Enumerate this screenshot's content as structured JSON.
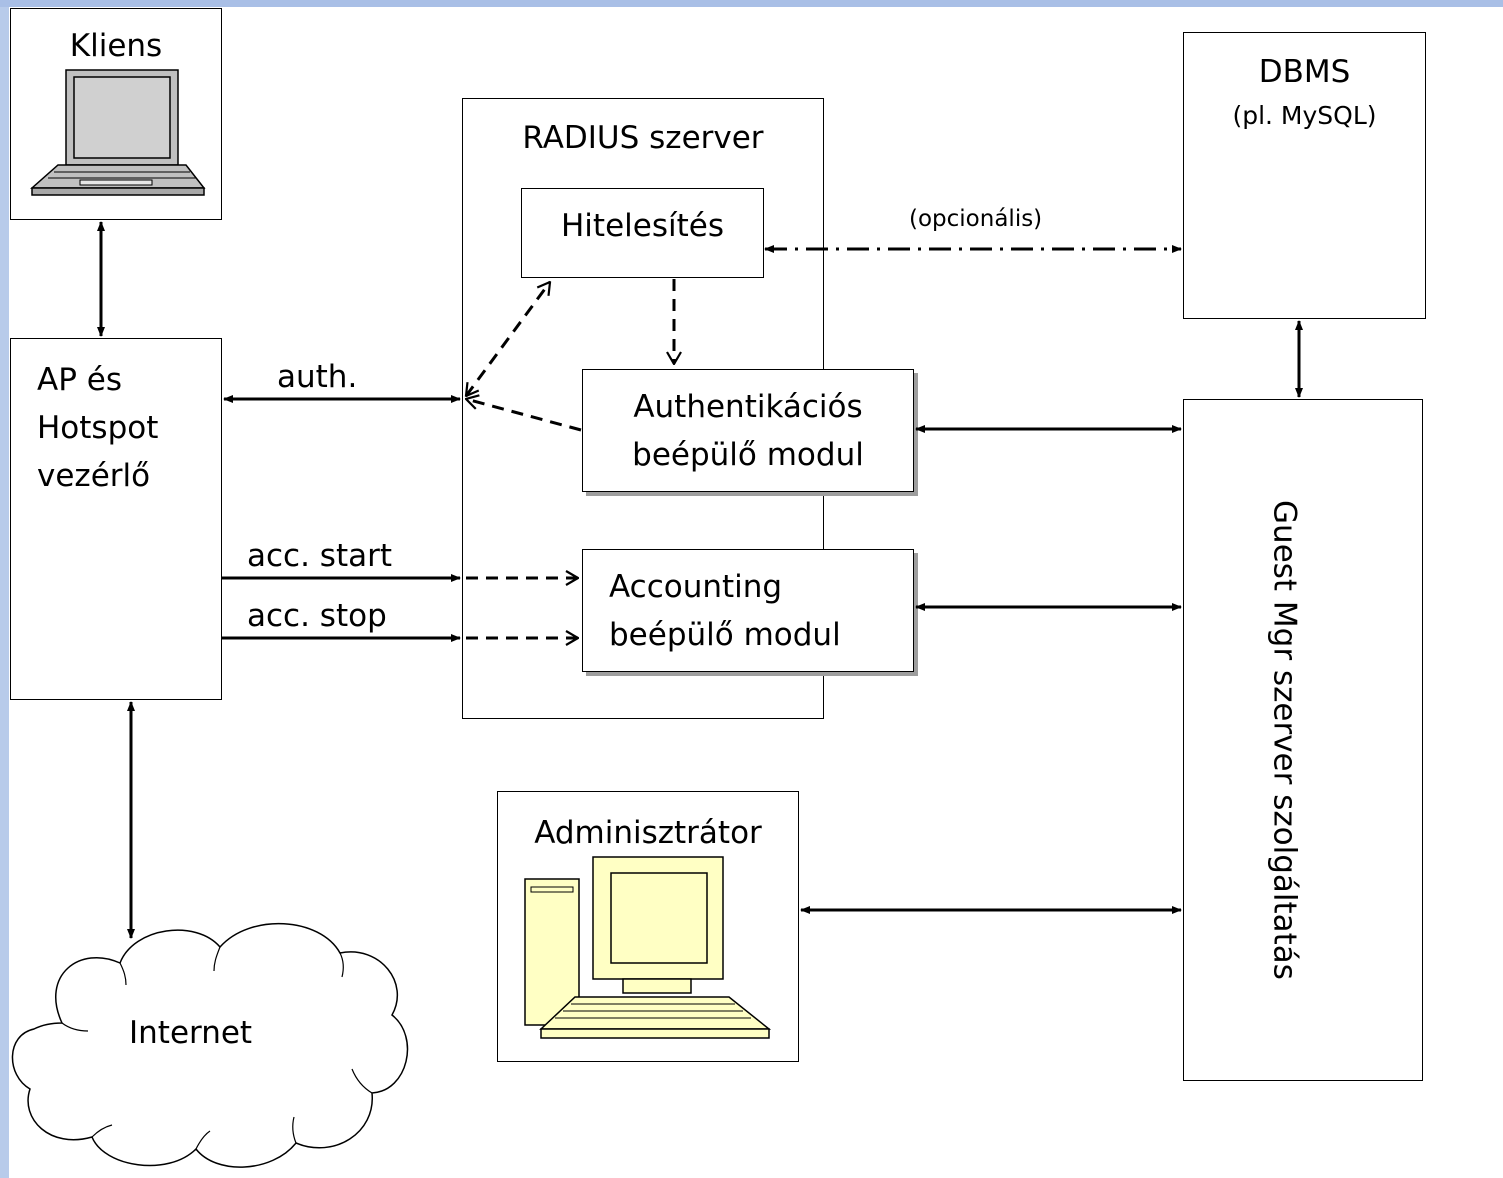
{
  "colors": {
    "left_edge": "#b8cbea",
    "top_edge": "#a9bfe6",
    "box_border": "#000000",
    "shadow": "#9e9e9e",
    "laptop_gray": "#c0c0c0",
    "desktop_cream": "#ffffc4"
  },
  "icons": {
    "client": "laptop-icon",
    "admin": "desktop-computer-icon",
    "internet": "cloud-icon"
  },
  "nodes": {
    "client": "Kliens",
    "ap": [
      "AP és",
      "Hotspot",
      "vezérlő"
    ],
    "radius": "RADIUS szerver",
    "auth_core": "Hitelesítés",
    "auth_module": [
      "Authentikációs",
      "beépülő modul"
    ],
    "acct_module": [
      "Accounting",
      "beépülő modul"
    ],
    "dbms": "DBMS",
    "dbms_note": "(pl. MySQL)",
    "guest": "Guest Mgr szerver szolgáltatás",
    "admin": "Adminisztrátor",
    "internet": "Internet"
  },
  "edges": {
    "auth": "auth.",
    "acc_start": "acc. start",
    "acc_stop": "acc. stop",
    "optional": "(opcionális)"
  }
}
